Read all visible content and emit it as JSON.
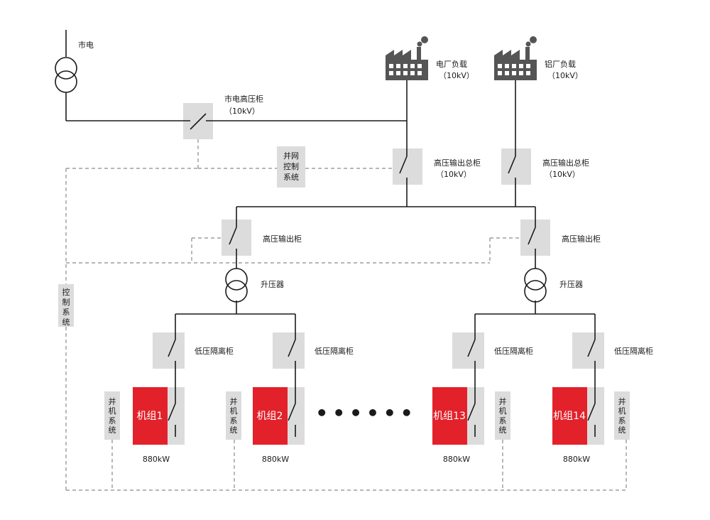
{
  "labels": {
    "grid": "市电",
    "grid_hv_cabinet": "市电高压柜",
    "kv_grid": "（10kV）",
    "power_plant_load": "电厂负载",
    "kv_power_plant": "（10kV）",
    "aluminum_plant_load": "铝厂负载",
    "kv_aluminum": "（10kV）",
    "hv_main_output_left": "高压输出总柜",
    "kv_main_left": "（10kV）",
    "hv_main_output_right": "高压输出总柜",
    "kv_main_right": "（10kV）",
    "hv_output_left": "高压输出柜",
    "hv_output_right": "高压输出柜",
    "step_up_left": "升压器",
    "step_up_right": "升压器",
    "lv_isolation_1": "低压隔离柜",
    "lv_isolation_2": "低压隔离柜",
    "lv_isolation_13": "低压隔离柜",
    "lv_isolation_14": "低压隔离柜",
    "ellipsis": "••••••"
  },
  "grid_sync_control": [
    "并网",
    "控制",
    "系统"
  ],
  "control_system": [
    "控",
    "制",
    "系",
    "统"
  ],
  "units": [
    {
      "name": "机组1",
      "power": "880kW",
      "sync": [
        "并",
        "机",
        "系",
        "统"
      ]
    },
    {
      "name": "机组2",
      "power": "880kW",
      "sync": [
        "并",
        "机",
        "系",
        "统"
      ]
    },
    {
      "name": "机组13",
      "power": "880kW",
      "sync": [
        "并",
        "机",
        "系",
        "统"
      ]
    },
    {
      "name": "机组14",
      "power": "880kW",
      "sync": [
        "并",
        "机",
        "系",
        "统"
      ]
    }
  ],
  "colors": {
    "line": "#1a1a1a",
    "dashed": "#8a8a8a",
    "cabinet": "#dcdcdc",
    "generator": "#e3212a",
    "factory": "#555555"
  },
  "icons": [
    "transformer-icon",
    "switch-icon",
    "factory-icon",
    "generator-unit"
  ]
}
